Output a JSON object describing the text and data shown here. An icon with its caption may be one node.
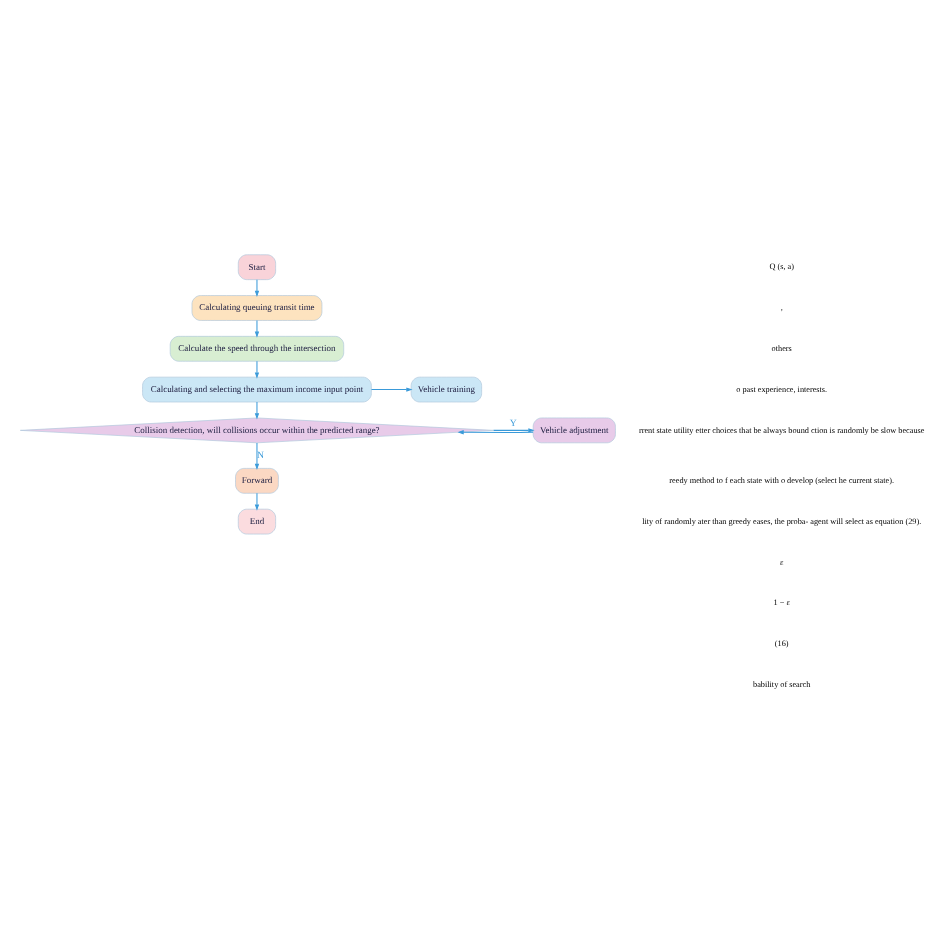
{
  "diagram": {
    "nodes": [
      {
        "text": [
          "Start"
        ]
      },
      {
        "text": [
          "Calculating queuing transit time"
        ]
      },
      {
        "text": [
          "Calculate the speed through the intersection"
        ]
      },
      {
        "text": [
          "Calculating and selecting the maximum income input point"
        ]
      },
      {
        "text": [
          "Vehicle training"
        ]
      },
      {
        "text": [
          "Collision detection, will collisions occur within the predicted range?"
        ]
      },
      {
        "text": [
          "Vehicle adjustment"
        ]
      },
      {
        "text": [
          "Forward"
        ]
      },
      {
        "text": [
          "End"
        ]
      }
    ],
    "edges": [
      {
        "from": 0,
        "to": 1,
        "arrow": "to"
      },
      {
        "from": 1,
        "to": 2,
        "arrow": "to"
      },
      {
        "from": 2,
        "to": 3,
        "arrow": "to"
      },
      {
        "from": 3,
        "to": 4,
        "arrow": "to"
      },
      {
        "from": 3,
        "to": 5,
        "arrow": "to"
      },
      {
        "from": 5,
        "to": 6,
        "label": "Y",
        "arrow": "to"
      },
      {
        "from": 6,
        "to": 5,
        "arrow": "to"
      },
      {
        "from": 5,
        "to": 7,
        "label": "N",
        "arrow": "to"
      },
      {
        "from": 7,
        "to": 8,
        "arrow": "to"
      }
    ],
    "labels": [
      "Q (s, a)",
      ",",
      "others",
      "o past experience, interests.",
      "rrent state utility etter choices that be always bound ction is randomly be slow because",
      "reedy method to f each state with o develop (select he current state).",
      "lity of randomly ater than greedy eases, the proba- agent will select as equation (29).",
      "ε",
      "1 − ε",
      "(16)",
      "bability of search"
    ]
  }
}
